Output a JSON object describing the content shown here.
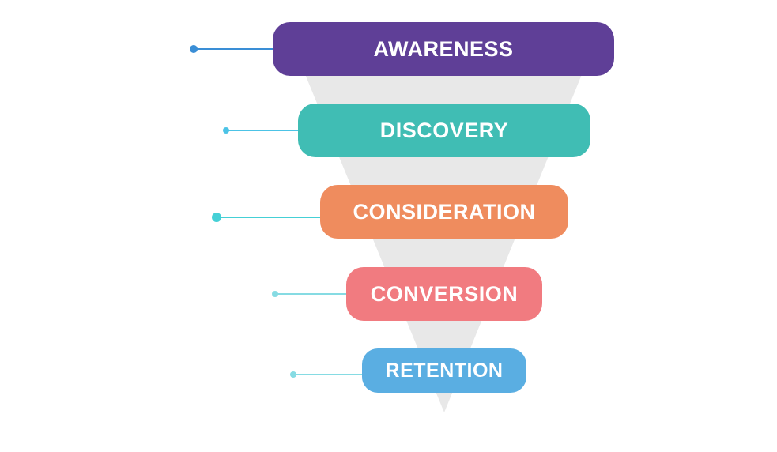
{
  "funnel": {
    "background_color": "#e8e8e8",
    "stages": [
      {
        "id": "awareness",
        "label": "AWARENESS",
        "color": "#5f3f97",
        "connector_color": "#3a8ed6"
      },
      {
        "id": "discovery",
        "label": "DISCOVERY",
        "color": "#40bdb4",
        "connector_color": "#4cc3e6"
      },
      {
        "id": "consideration",
        "label": "CONSIDERATION",
        "color": "#ef8c5e",
        "connector_color": "#45d0d6"
      },
      {
        "id": "conversion",
        "label": "CONVERSION",
        "color": "#f17b80",
        "connector_color": "#86dbe3"
      },
      {
        "id": "retention",
        "label": "RETENTION",
        "color": "#5aaee2",
        "connector_color": "#86dbe3"
      }
    ]
  }
}
